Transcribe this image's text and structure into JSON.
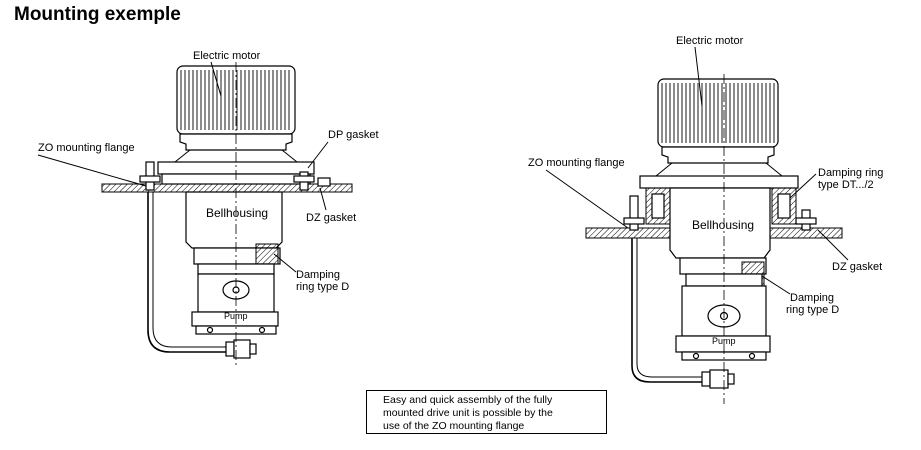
{
  "title": "Mounting exemple",
  "left_drawing": {
    "motor": "Electric motor",
    "flange": "ZO mounting flange",
    "dp_gasket": "DP gasket",
    "bellhousing": "Bellhousing",
    "dz_gasket": "DZ gasket",
    "damping_line1": "Damping",
    "damping_line2": "ring type D",
    "pump": "Pump"
  },
  "right_drawing": {
    "motor": "Electric motor",
    "flange": "ZO mounting flange",
    "damping_dt_line1": "Damping ring",
    "damping_dt_line2": "type DT.../2",
    "bellhousing": "Bellhousing",
    "dz_gasket": "DZ gasket",
    "damping_line1": "Damping",
    "damping_line2": "ring type D",
    "pump": "Pump"
  },
  "note": {
    "line1": "Easy and quick assembly of the fully",
    "line2": "mounted drive unit is possible by the",
    "line3": "use of the ZO mounting flange"
  }
}
